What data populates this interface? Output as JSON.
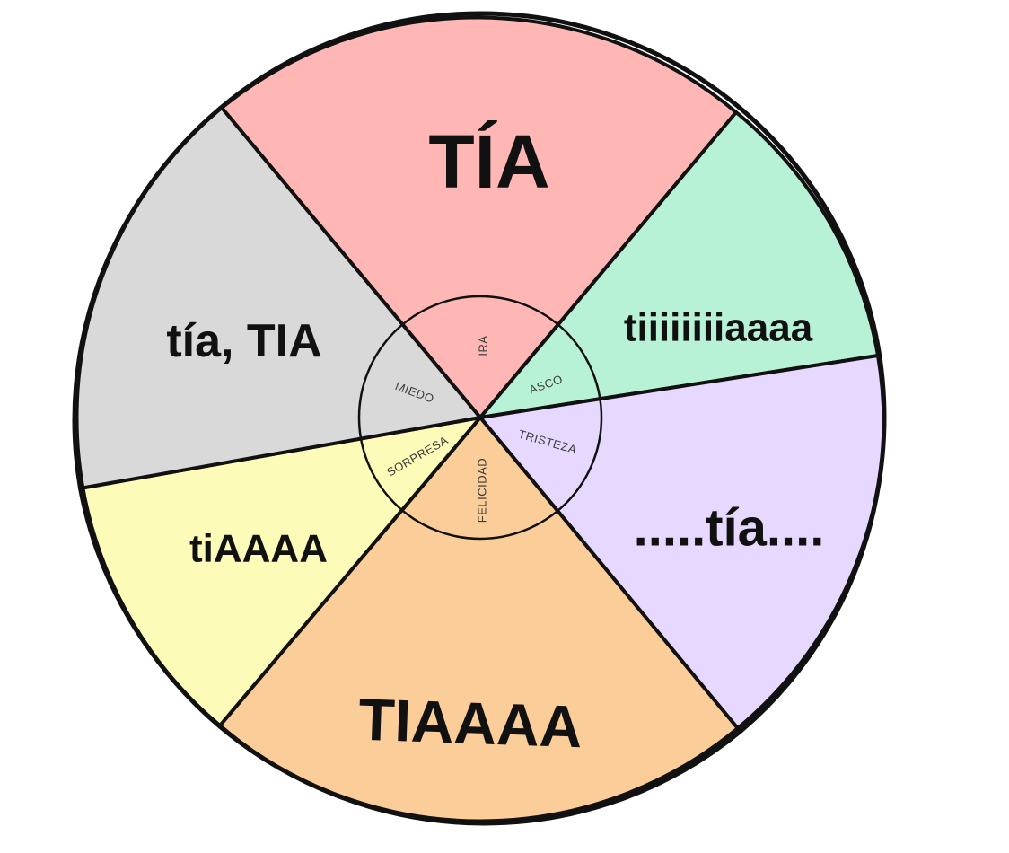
{
  "wheel": {
    "sectors": [
      {
        "id": "ira",
        "emotion": "IRA",
        "text": "TÍA",
        "color": "#ffb7b5"
      },
      {
        "id": "asco",
        "emotion": "ASCO",
        "text": "tiiiiiiiiaaaa",
        "color": "#b8f2d6"
      },
      {
        "id": "tristeza",
        "emotion": "TRISTEZA",
        "text": ".....tía....",
        "color": "#e6d8ff"
      },
      {
        "id": "felicidad",
        "emotion": "FELICIDAD",
        "text": "TIAAAA",
        "color": "#fbcd98"
      },
      {
        "id": "sorpresa",
        "emotion": "SORPRESA",
        "text": "tiAAAA",
        "color": "#fdfbb8"
      },
      {
        "id": "miedo",
        "emotion": "MIEDO",
        "text": "tía, TIA",
        "color": "#d9d9d9"
      }
    ]
  }
}
